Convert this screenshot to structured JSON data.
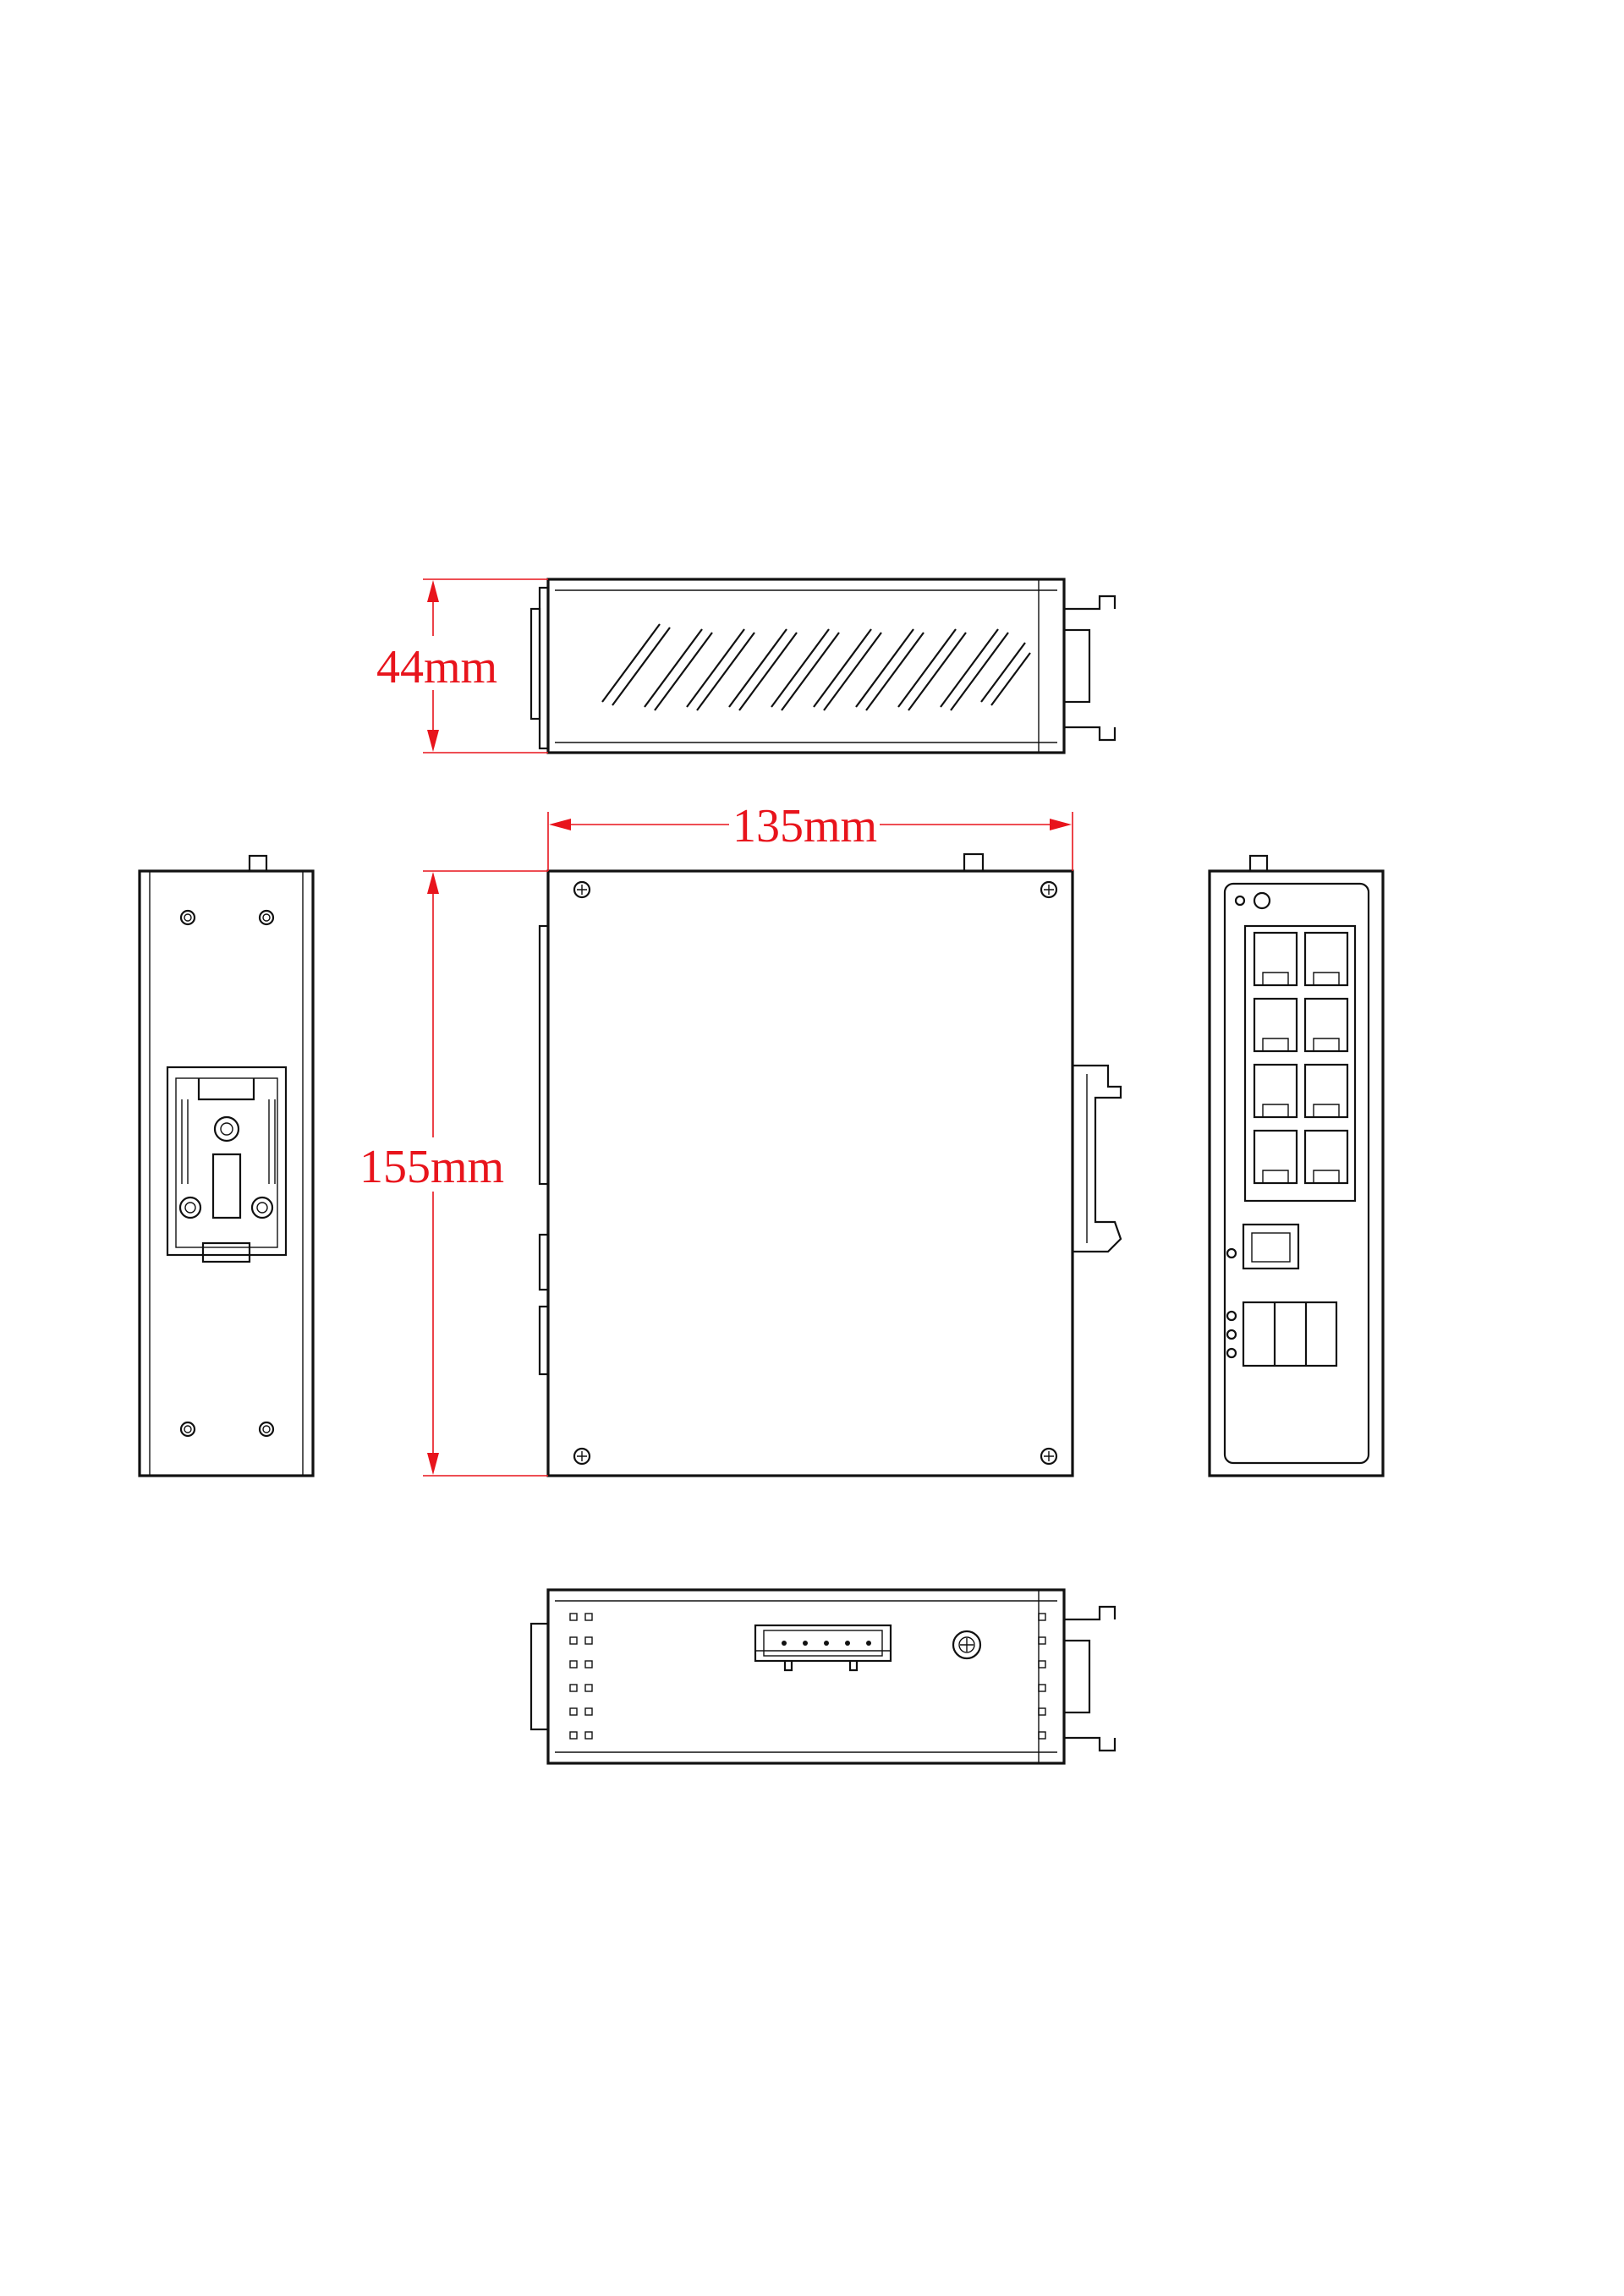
{
  "dimensions": {
    "height": "44mm",
    "width": "135mm",
    "depth": "155mm"
  },
  "colors": {
    "outline": "#111111",
    "dimension": "#e8141c",
    "background": "#ffffff"
  }
}
